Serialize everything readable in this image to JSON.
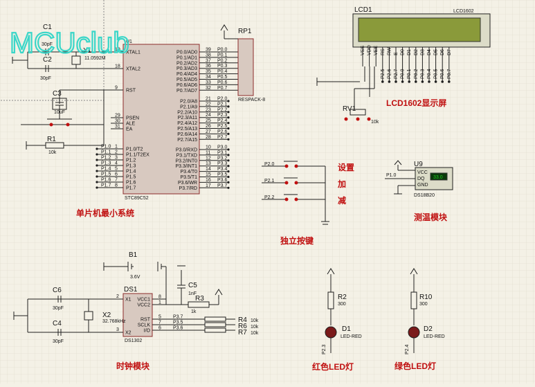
{
  "colors": {
    "background": "#f4f1e6",
    "grid": "#dcd8c8",
    "wire": "#1f1f1f",
    "chip_fill": "#d8c9c0",
    "chip_stroke": "#8b2a2a",
    "caption": "#c01010",
    "watermark": "#3ad6c8",
    "lcd_screen": "#8a9a3a",
    "lcd_body": "#dcdcc8",
    "sensor_display": "#22cc22"
  },
  "watermark": "MCUclub",
  "mcu": {
    "ref": "U1",
    "part": "STC89C52",
    "left_pins": [
      {
        "num": "19",
        "name": "XTAL1"
      },
      {
        "num": "18",
        "name": "XTAL2"
      },
      {
        "num": "9",
        "name": "RST"
      },
      {
        "num": "29",
        "name": "PSEN"
      },
      {
        "num": "30",
        "name": "ALE"
      },
      {
        "num": "31",
        "name": "EA"
      },
      {
        "num": "1",
        "name": "P1.0/T2"
      },
      {
        "num": "2",
        "name": "P1.1/T2EX"
      },
      {
        "num": "3",
        "name": "P1.2"
      },
      {
        "num": "4",
        "name": "P1.3"
      },
      {
        "num": "5",
        "name": "P1.4"
      },
      {
        "num": "6",
        "name": "P1.5"
      },
      {
        "num": "7",
        "name": "P1.6"
      },
      {
        "num": "8",
        "name": "P1.7"
      }
    ],
    "p1_nets": [
      "P1.0",
      "P1.1",
      "P1.2",
      "P1.3",
      "P1.4",
      "P1.5",
      "P1.6",
      "P1.7"
    ],
    "right_pins": [
      {
        "num": "39",
        "name": "P0.0/AD0",
        "net": "P0.0"
      },
      {
        "num": "38",
        "name": "P0.1/AD1",
        "net": "P0.1"
      },
      {
        "num": "37",
        "name": "P0.2/AD2",
        "net": "P0.2"
      },
      {
        "num": "36",
        "name": "P0.3/AD3",
        "net": "P0.3"
      },
      {
        "num": "35",
        "name": "P0.4/AD4",
        "net": "P0.4"
      },
      {
        "num": "34",
        "name": "P0.5/AD5",
        "net": "P0.5"
      },
      {
        "num": "33",
        "name": "P0.6/AD6",
        "net": "P0.6"
      },
      {
        "num": "32",
        "name": "P0.7/AD7",
        "net": "P0.7"
      },
      {
        "num": "21",
        "name": "P2.0/A8",
        "net": "P2.0"
      },
      {
        "num": "22",
        "name": "P2.1/A9",
        "net": "P2.1"
      },
      {
        "num": "23",
        "name": "P2.2/A10",
        "net": "P2.2"
      },
      {
        "num": "24",
        "name": "P2.3/A11",
        "net": "P2.3"
      },
      {
        "num": "25",
        "name": "P2.4/A12",
        "net": "P2.4"
      },
      {
        "num": "26",
        "name": "P2.5/A13",
        "net": "P2.5"
      },
      {
        "num": "27",
        "name": "P2.6/A14",
        "net": "P2.6"
      },
      {
        "num": "28",
        "name": "P2.7/A15",
        "net": "P2.7"
      },
      {
        "num": "10",
        "name": "P3.0/RXD",
        "net": "P3.0"
      },
      {
        "num": "11",
        "name": "P3.1/TXD",
        "net": "P3.1"
      },
      {
        "num": "12",
        "name": "P3.2/INT0",
        "net": "P3.2"
      },
      {
        "num": "13",
        "name": "P3.3/INT1",
        "net": "P3.3"
      },
      {
        "num": "14",
        "name": "P3.4/T0",
        "net": "P3.4"
      },
      {
        "num": "15",
        "name": "P3.5/T1",
        "net": "P3.5"
      },
      {
        "num": "16",
        "name": "P3.6/WR",
        "net": "P3.6"
      },
      {
        "num": "17",
        "name": "P3.7/RD",
        "net": "P3.7"
      }
    ]
  },
  "osc": {
    "c1": "C1",
    "c1_val": "30pF",
    "c2": "C2",
    "c2_val": "30pF",
    "x1": "X1",
    "x1_val": "11.0592M"
  },
  "reset": {
    "c3": "C3",
    "c3_val": "10uF",
    "r1": "R1",
    "r1_val": "10k"
  },
  "rp1": {
    "ref": "RP1",
    "part": "RESPACK-8"
  },
  "lcd": {
    "ref": "LCD1",
    "part": "LCD1602",
    "pins": [
      "VSS",
      "VDD",
      "VEE",
      "RS",
      "RW",
      "E",
      "D0",
      "D1",
      "D2",
      "D3",
      "D4",
      "D5",
      "D6",
      "D7"
    ],
    "nets": [
      "P2.5",
      "P2.6",
      "P2.7",
      "P0.0",
      "P0.1",
      "P0.2",
      "P0.3",
      "P0.4",
      "P0.5",
      "P0.6",
      "P0.7"
    ]
  },
  "rv1": {
    "ref": "RV1",
    "val": "10k"
  },
  "keys": {
    "nets": [
      "P2.0",
      "P2.1",
      "P2.2"
    ],
    "labels": [
      "设置",
      "加",
      "减"
    ]
  },
  "u9": {
    "ref": "U9",
    "part": "DS18B20",
    "net": "P1.0",
    "pins": [
      "VCC",
      "DQ",
      "GND"
    ],
    "display": "33.0"
  },
  "b1": {
    "ref": "B1",
    "val": "3.6V"
  },
  "rtc": {
    "ref": "DS1",
    "part": "DS1302",
    "pins": [
      {
        "num": "2",
        "name": "X1"
      },
      {
        "num": "3",
        "name": "X2"
      },
      {
        "num": "8",
        "name": "VCC1"
      },
      {
        "num": "1",
        "name": "VCC2"
      },
      {
        "num": "5",
        "name": "RST"
      },
      {
        "num": "7",
        "name": "SCLK"
      },
      {
        "num": "6",
        "name": "I/O"
      }
    ],
    "nets": [
      "P3.7",
      "P3.5",
      "P3.6"
    ]
  },
  "clk": {
    "c6": "C6",
    "c6_val": "30pF",
    "c4": "C4",
    "c4_val": "30pF",
    "x2": "X2",
    "x2_val": "32.768kHz",
    "c5": "C5",
    "c5_val": "1nF",
    "r3": "R3",
    "r3_val": "1k"
  },
  "rpack": {
    "r4": "R4",
    "r5": "R6",
    "r6": "R7",
    "val": "10k"
  },
  "led_r": {
    "res": "R2",
    "res_val": "300",
    "led": "D1",
    "led_part": "LED-RED",
    "net": "P2.3"
  },
  "led_g": {
    "res": "R10",
    "res_val": "300",
    "led": "D2",
    "led_part": "LED-RED",
    "net": "P2.4"
  },
  "captions": {
    "mcu": "单片机最小系统",
    "lcd": "LCD1602显示屏",
    "keys": "独立按键",
    "temp": "测温模块",
    "clock": "时钟模块",
    "red_led": "红色LED灯",
    "green_led": "绿色LED灯"
  }
}
